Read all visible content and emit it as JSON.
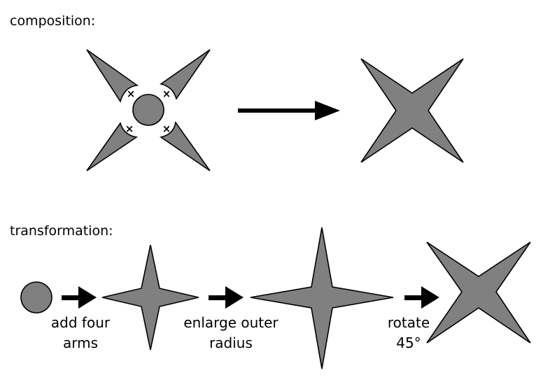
{
  "composition": {
    "label": "composition:"
  },
  "transformation": {
    "label": "transformation:",
    "steps": [
      {
        "line1": "add four",
        "line2": "arms"
      },
      {
        "line1": "enlarge outer",
        "line2": "radius"
      },
      {
        "line1": "rotate",
        "line2": "45°"
      }
    ]
  },
  "marks": {
    "cross": "×"
  },
  "colors": {
    "shape_fill": "#808080",
    "stroke": "#000000",
    "background": "#ffffff"
  }
}
